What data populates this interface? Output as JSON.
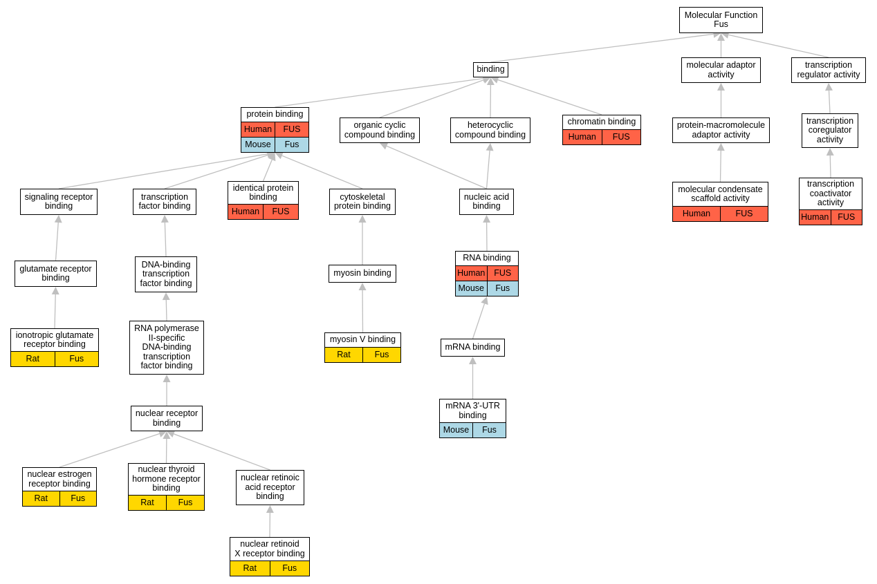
{
  "nodes": [
    {
      "id": "mf",
      "label": "Molecular Function\nFus",
      "rows": []
    },
    {
      "id": "binding",
      "label": "binding",
      "rows": []
    },
    {
      "id": "mol-adaptor",
      "label": "molecular adaptor\nactivity",
      "rows": []
    },
    {
      "id": "tr-reg",
      "label": "transcription\nregulator activity",
      "rows": []
    },
    {
      "id": "protein-binding",
      "label": "protein binding",
      "rows": [
        [
          "Human",
          "FUS"
        ],
        [
          "Mouse",
          "Fus"
        ]
      ]
    },
    {
      "id": "org-cyclic",
      "label": "organic cyclic\ncompound binding",
      "rows": []
    },
    {
      "id": "heterocyclic",
      "label": "heterocyclic\ncompound binding",
      "rows": []
    },
    {
      "id": "chromatin",
      "label": "chromatin binding",
      "rows": [
        [
          "Human",
          "FUS"
        ]
      ]
    },
    {
      "id": "pm-adaptor",
      "label": "protein-macromolecule\nadaptor activity",
      "rows": []
    },
    {
      "id": "tr-coreg",
      "label": "transcription\ncoregulator\nactivity",
      "rows": []
    },
    {
      "id": "signaling",
      "label": "signaling receptor\nbinding",
      "rows": []
    },
    {
      "id": "tf-binding",
      "label": "transcription\nfactor binding",
      "rows": []
    },
    {
      "id": "identical",
      "label": "identical protein\nbinding",
      "rows": [
        [
          "Human",
          "FUS"
        ]
      ]
    },
    {
      "id": "cytoskeletal",
      "label": "cytoskeletal\nprotein binding",
      "rows": []
    },
    {
      "id": "nucleic",
      "label": "nucleic acid\nbinding",
      "rows": []
    },
    {
      "id": "condensate",
      "label": "molecular condensate\nscaffold activity",
      "rows": [
        [
          "Human",
          "FUS"
        ]
      ]
    },
    {
      "id": "tr-coact",
      "label": "transcription\ncoactivator\nactivity",
      "rows": [
        [
          "Human",
          "FUS"
        ]
      ]
    },
    {
      "id": "glutamate",
      "label": "glutamate receptor\nbinding",
      "rows": []
    },
    {
      "id": "dna-tf",
      "label": "DNA-binding\ntranscription\nfactor binding",
      "rows": []
    },
    {
      "id": "myosin",
      "label": "myosin binding",
      "rows": []
    },
    {
      "id": "rna",
      "label": "RNA binding",
      "rows": [
        [
          "Human",
          "FUS"
        ],
        [
          "Mouse",
          "Fus"
        ]
      ]
    },
    {
      "id": "ionotropic",
      "label": "ionotropic glutamate\nreceptor binding",
      "rows": [
        [
          "Rat",
          "Fus"
        ]
      ]
    },
    {
      "id": "rnapol",
      "label": "RNA polymerase\nII-specific\nDNA-binding\ntranscription\nfactor binding",
      "rows": []
    },
    {
      "id": "myosin-v",
      "label": "myosin V binding",
      "rows": [
        [
          "Rat",
          "Fus"
        ]
      ]
    },
    {
      "id": "mrna",
      "label": "mRNA binding",
      "rows": []
    },
    {
      "id": "mrna3",
      "label": "mRNA 3'-UTR\nbinding",
      "rows": [
        [
          "Mouse",
          "Fus"
        ]
      ]
    },
    {
      "id": "nuclear-rec",
      "label": "nuclear receptor\nbinding",
      "rows": []
    },
    {
      "id": "estrogen",
      "label": "nuclear estrogen\nreceptor binding",
      "rows": [
        [
          "Rat",
          "Fus"
        ]
      ]
    },
    {
      "id": "thyroid",
      "label": "nuclear thyroid\nhormone receptor\nbinding",
      "rows": [
        [
          "Rat",
          "Fus"
        ]
      ]
    },
    {
      "id": "retinoic",
      "label": "nuclear retinoic\nacid receptor\nbinding",
      "rows": []
    },
    {
      "id": "retinoid",
      "label": "nuclear retinoid\nX receptor binding",
      "rows": [
        [
          "Rat",
          "Fus"
        ]
      ]
    }
  ],
  "edges": [
    [
      "binding",
      "mf"
    ],
    [
      "mol-adaptor",
      "mf"
    ],
    [
      "tr-reg",
      "mf"
    ],
    [
      "protein-binding",
      "binding"
    ],
    [
      "org-cyclic",
      "binding"
    ],
    [
      "heterocyclic",
      "binding"
    ],
    [
      "chromatin",
      "binding"
    ],
    [
      "pm-adaptor",
      "mol-adaptor"
    ],
    [
      "condensate",
      "pm-adaptor"
    ],
    [
      "tr-coreg",
      "tr-reg"
    ],
    [
      "tr-coact",
      "tr-coreg"
    ],
    [
      "signaling",
      "protein-binding"
    ],
    [
      "tf-binding",
      "protein-binding"
    ],
    [
      "identical",
      "protein-binding"
    ],
    [
      "cytoskeletal",
      "protein-binding"
    ],
    [
      "nucleic",
      "org-cyclic"
    ],
    [
      "nucleic",
      "heterocyclic"
    ],
    [
      "glutamate",
      "signaling"
    ],
    [
      "ionotropic",
      "glutamate"
    ],
    [
      "dna-tf",
      "tf-binding"
    ],
    [
      "rnapol",
      "dna-tf"
    ],
    [
      "nuclear-rec",
      "rnapol"
    ],
    [
      "estrogen",
      "nuclear-rec"
    ],
    [
      "thyroid",
      "nuclear-rec"
    ],
    [
      "retinoic",
      "nuclear-rec"
    ],
    [
      "retinoid",
      "retinoic"
    ],
    [
      "myosin",
      "cytoskeletal"
    ],
    [
      "myosin-v",
      "myosin"
    ],
    [
      "rna",
      "nucleic"
    ],
    [
      "mrna",
      "rna"
    ],
    [
      "mrna3",
      "mrna"
    ]
  ],
  "colors": {
    "Human": "#ff6347",
    "Mouse": "#add8e6",
    "Rat": "#ffd700",
    "edge": "#bfbfbf"
  }
}
